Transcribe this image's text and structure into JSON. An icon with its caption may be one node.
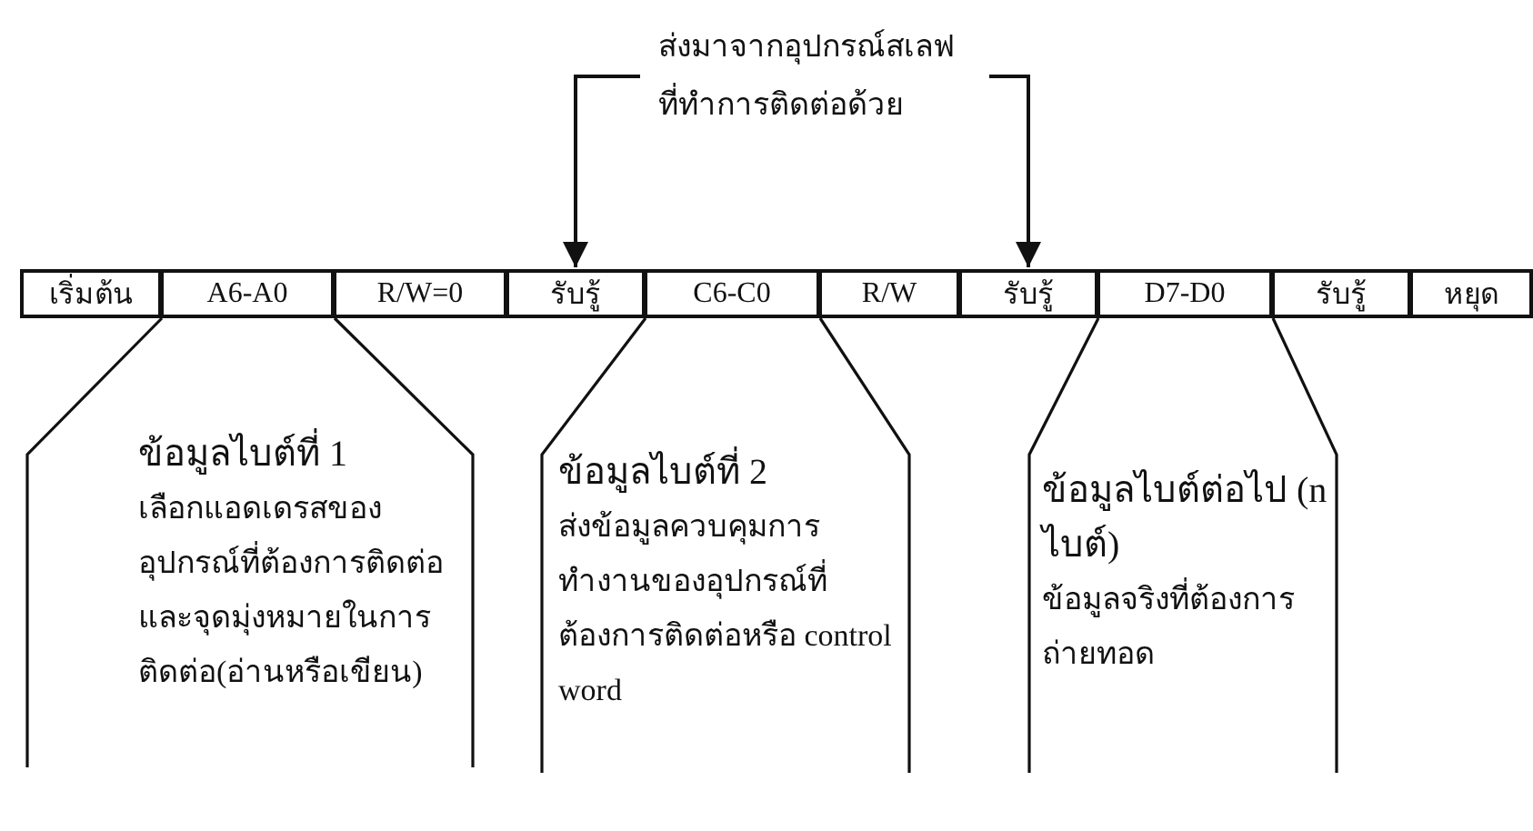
{
  "diagram": {
    "nodes": [
      {
        "text": [
          "เริ่มต้น"
        ]
      },
      {
        "text": [
          "A6-A0"
        ]
      },
      {
        "text": [
          "R/W=0"
        ]
      },
      {
        "text": [
          "รับรู้"
        ]
      },
      {
        "text": [
          "C6-C0"
        ]
      },
      {
        "text": [
          "R/W"
        ]
      },
      {
        "text": [
          "รับรู้"
        ]
      },
      {
        "text": [
          "D7-D0"
        ]
      },
      {
        "text": [
          "รับรู้"
        ]
      },
      {
        "text": [
          "หยุด"
        ]
      },
      {
        "text": [
          "ข้อมูลไบต์ที่ 1",
          "เลือกแอดเดรสของอุปกรณ์ที่ต้องการติดต่อและจุดมุ่งหมายในการติดต่อ(อ่านหรือเขียน)"
        ]
      },
      {
        "text": [
          "ข้อมูลไบต์ที่ 2",
          "ส่งข้อมูลควบคุมการทำงานของอุปกรณ์ที่ต้องการติดต่อหรือ control word"
        ]
      },
      {
        "text": [
          "ข้อมูลไบต์ต่อไป (n ไบต์)",
          "ข้อมูลจริงที่ต้องการถ่ายทอด"
        ]
      },
      {
        "text": [
          "ส่งมาจากอุปกรณ์สเลฟที่ทำการติดต่อด้วย"
        ]
      }
    ],
    "edges": [
      {
        "from": 13,
        "to": 3,
        "arrow": "to"
      },
      {
        "from": 13,
        "to": 6,
        "arrow": "to"
      }
    ]
  }
}
